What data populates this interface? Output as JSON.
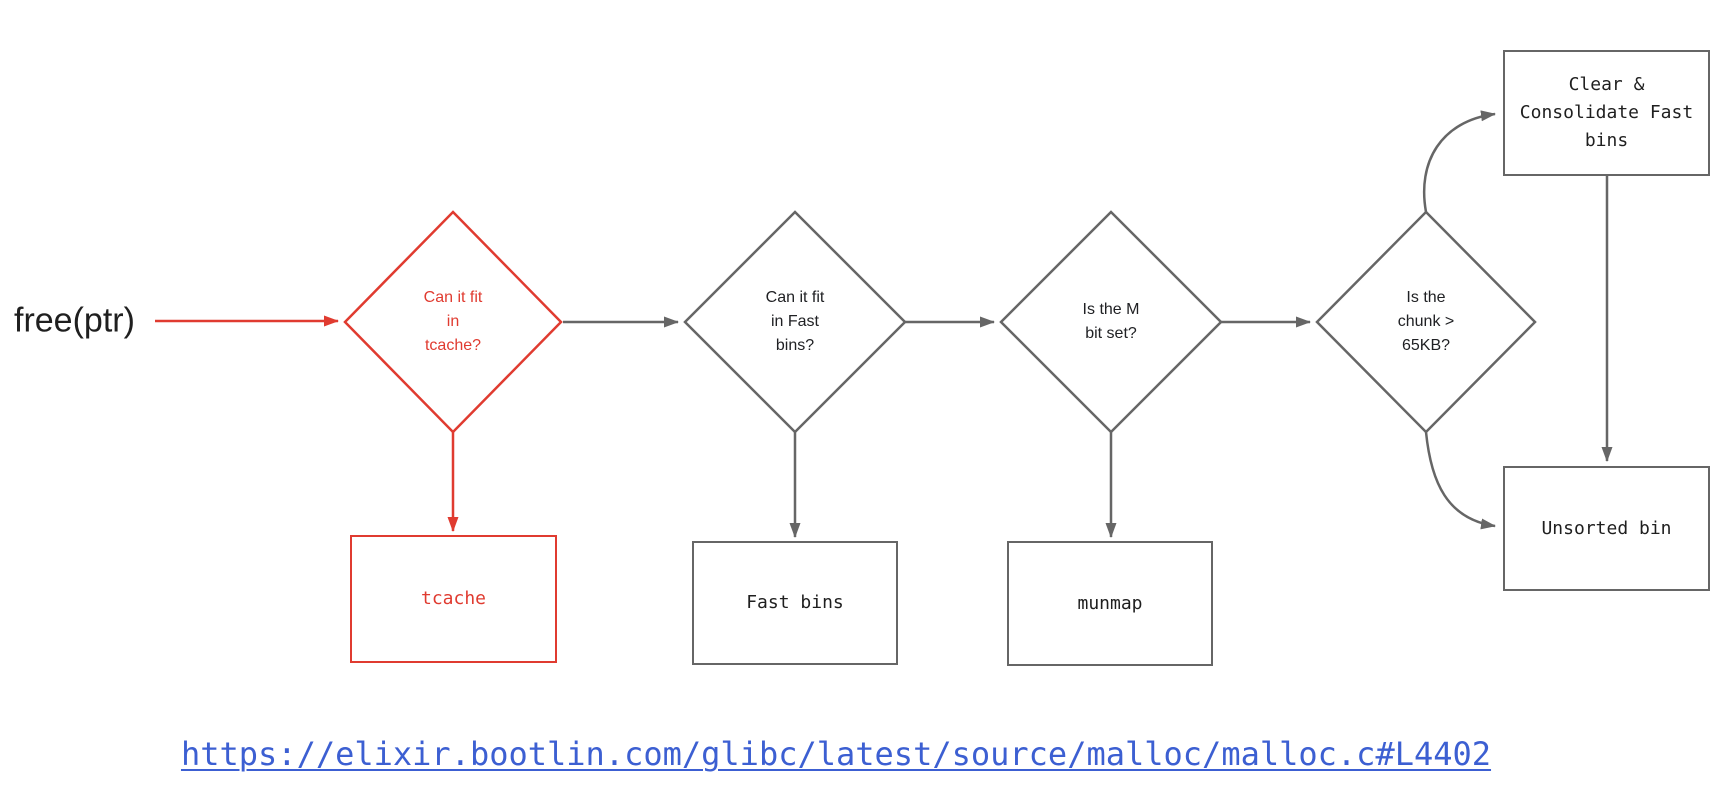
{
  "start": {
    "label": "free(ptr)"
  },
  "decisions": [
    {
      "question": "Can it fit\nin\ntcache?"
    },
    {
      "question": "Can it fit\nin Fast\nbins?"
    },
    {
      "question": "Is the M\nbit set?"
    },
    {
      "question": "Is the\nchunk >\n65KB?"
    }
  ],
  "boxes": [
    {
      "label": "tcache"
    },
    {
      "label": "Fast bins"
    },
    {
      "label": "munmap"
    },
    {
      "label": "Clear &\nConsolidate Fast\nbins"
    },
    {
      "label": "Unsorted bin"
    }
  ],
  "footer": {
    "link_text": "https://elixir.bootlin.com/glibc/latest/source/malloc/malloc.c#L4402"
  },
  "colors": {
    "red": "#e03b30",
    "gray": "#666666",
    "link_blue": "#3c5fd2",
    "text": "#202124"
  }
}
